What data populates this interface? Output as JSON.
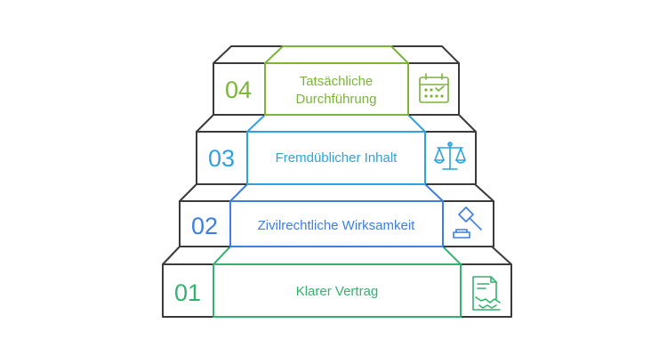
{
  "steps": [
    {
      "number": "01",
      "label": "Klarer Vertrag",
      "icon": "contract-handshake-icon",
      "color": "#35b16f"
    },
    {
      "number": "02",
      "label": "Zivilrechtliche Wirksamkeit",
      "icon": "gavel-icon",
      "color": "#3d7ee0"
    },
    {
      "number": "03",
      "label": "Fremdüblicher Inhalt",
      "icon": "scales-icon",
      "color": "#2fa2dd"
    },
    {
      "number": "04",
      "label_lines": [
        "Tatsächliche",
        "Durchführung"
      ],
      "icon": "calendar-icon",
      "color": "#7ab53a"
    }
  ],
  "colors": {
    "outline": "#3a3a3a"
  }
}
